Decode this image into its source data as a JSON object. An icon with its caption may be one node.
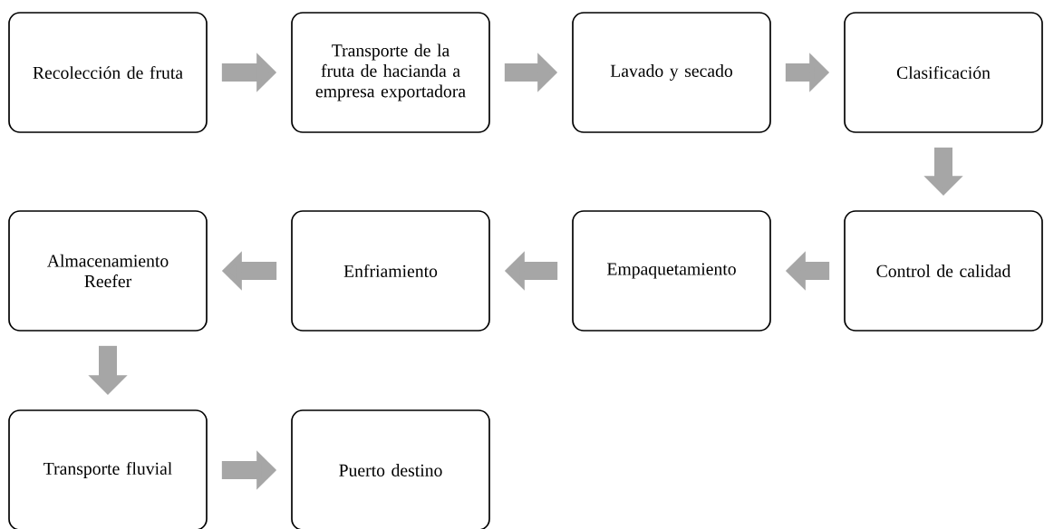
{
  "diagram": {
    "nodes": [
      {
        "text": [
          "Recolección de fruta"
        ]
      },
      {
        "text": [
          "Transporte de la fruta de hacianda a empresa exportadora"
        ]
      },
      {
        "text": [
          "Lavado y secado"
        ]
      },
      {
        "text": [
          "Clasificación"
        ]
      },
      {
        "text": [
          "Almacenamiento Reefer"
        ]
      },
      {
        "text": [
          "Enfriamiento"
        ]
      },
      {
        "text": [
          "Empaquetamiento"
        ]
      },
      {
        "text": [
          "Control de calidad"
        ]
      },
      {
        "text": [
          "Transporte fluvial"
        ]
      },
      {
        "text": [
          "Puerto destino"
        ]
      }
    ],
    "edges": [
      {
        "from": 0,
        "to": 1,
        "arrow": "to"
      },
      {
        "from": 1,
        "to": 2,
        "arrow": "to"
      },
      {
        "from": 2,
        "to": 3,
        "arrow": "to"
      },
      {
        "from": 3,
        "to": 7,
        "arrow": "to"
      },
      {
        "from": 7,
        "to": 6,
        "arrow": "to"
      },
      {
        "from": 6,
        "to": 5,
        "arrow": "to"
      },
      {
        "from": 5,
        "to": 4,
        "arrow": "to"
      },
      {
        "from": 4,
        "to": 8,
        "arrow": "to"
      },
      {
        "from": 8,
        "to": 9,
        "arrow": "to"
      }
    ]
  }
}
